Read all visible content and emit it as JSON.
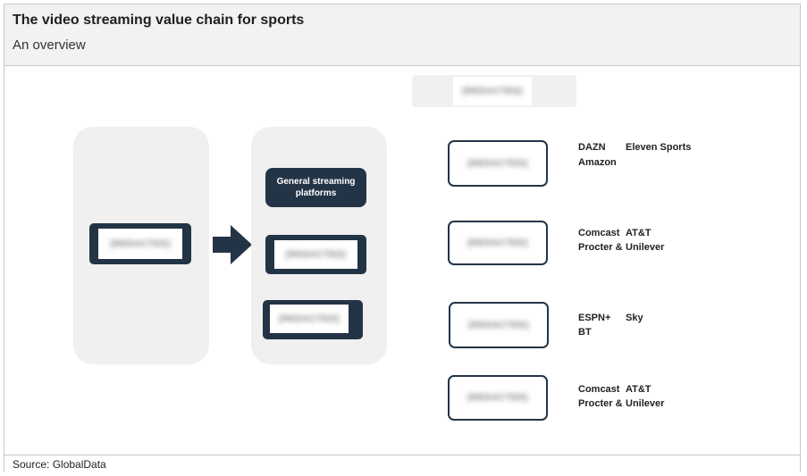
{
  "header": {
    "title": "The video streaming value chain for sports",
    "subtitle": "An overview"
  },
  "footer": {
    "source": "Source: GlobalData"
  },
  "diagram": {
    "top_label": "[REDACTED]",
    "left_device_label": "[REDACTED]",
    "middle_pill_label": "General streaming platforms",
    "middle_device_1_label": "[REDACTED]",
    "middle_device_2_label": "[REDACTED]",
    "rows": [
      {
        "box_label": "[REDACTED]",
        "names": [
          "DAZN",
          "Eleven Sports",
          "Amazon"
        ]
      },
      {
        "box_label": "[REDACTED]",
        "names": [
          "Comcast",
          "AT&T",
          "Procter &",
          "Unilever"
        ]
      },
      {
        "box_label": "[REDACTED]",
        "names": [
          "ESPN+",
          "Sky",
          "BT"
        ]
      },
      {
        "box_label": "[REDACTED]",
        "names": [
          "Comcast",
          "AT&T",
          "Procter &",
          "Unilever"
        ]
      }
    ]
  },
  "colors": {
    "dark_navy": "#243447",
    "panel_gray": "#f0f0f0",
    "header_gray": "#f2f2f2"
  },
  "icons": {
    "arrow": "arrow-right-icon"
  }
}
